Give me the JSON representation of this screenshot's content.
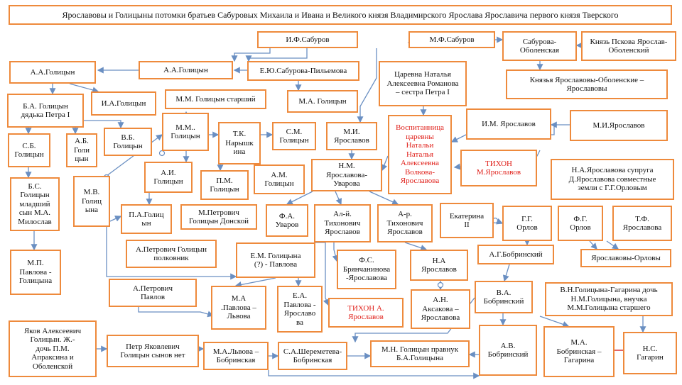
{
  "title": "Ярославовы  и Голицыны потомки братьев Сабуровых Михаила и Ивана и Великого князя Владимирского Ярослава  Ярославича  первого князя Тверского",
  "colors": {
    "border": "#ee8a3c",
    "line": "#6a8fc2",
    "text": "#111111",
    "accent_text": "#e0201a",
    "red_line": "#d83232"
  },
  "people": {
    "if_saburov": "И.Ф.Сабуров",
    "mf_saburov": "М.Ф.Сабуров",
    "saburova_obolenskaya": "Сабурова-\nОболенская",
    "knyaz_pskova": "Князь Пскова Ярослав-\nОболенский",
    "knyazya_yaroslavovy_obolenskie": "Князья Ярославовы-Оболенские – Ярославовы",
    "aa_golitsyn_1": "А.А.Голицын",
    "aa_golitsyn_2": "А.А.Голицын",
    "eyu_saburova": "Е.Ю.Сабурова-Пильемова",
    "tsarevna_natalya": "Царевна Наталья\nАлексеевна Романова\n– сестра Петра I",
    "ia_golitsyn": "И.А.Голицын",
    "mm_golitsyn_starshy": "М.М. Голицын старший",
    "ma_golitsyn": "М.А. Голицын",
    "ba_golitsyn": "Б.А. Голицын\nдядька  Петра I",
    "mm_golitsyn": "М.М..\nГолицын",
    "tk_naryshkina": "Т.К.\nНарышк\nина",
    "sm_golitsyn": "С.М.\nГолицын",
    "mi_yaroslavov_1": "М.И.\nЯрославов",
    "vospitannitsa": "Воспитанница\nцаревны\nНатальи\nНаталья\nАлексеевна\nВолкова-\nЯрославова",
    "im_yaroslavov": "И.М. Ярославов",
    "mi_yaroslavov_2": "М.И.Ярославов",
    "sb_golitsyn": "С.Б.\nГолицын",
    "ab_golitsyn": "А.Б.\nГоли\nцын",
    "vb_golitsyn": "В.Б.\nГолицын",
    "ai_golitsyn": "А.И.\nГолицын",
    "pm_golitsyn": "П.М.\nГолицын",
    "am_golitsyn": "А.М.\nГолицын",
    "nm_yaroslavova_uvarova": "Н.М.\nЯрославова-\nУварова",
    "tikhon_m": "ТИХОН\nМ.Ярославов",
    "na_yaroslavova_suprugа": "Н.А.Ярославова супруга\nД.Ярославова совместные\nземли  с Г.Г.Орловым",
    "bs_golitsyn": "Б.С.\nГолицын\nмладший\nсын М.А.\nМилослав",
    "mv_golitsyna": "М.В.\nГолиц\nына",
    "pa_golitsyn": "П.А.Голиц\nын",
    "m_petrovich": "М.Петрович\nГолицын Донской",
    "fa_uvarov": "Ф.А.\nУваров",
    "al_tikhonovich": "Ал-й.\nТихонович\nЯрославов",
    "ar_tikhonovich": "А-р.\nТихонович\nЯрославов",
    "ekaterina": "Екатерина\nII",
    "gg_orlov": "Г.Г.\nОрлов",
    "fg_orlov": "Ф.Г.\nОрлов",
    "tf_yaroslavova": "Т.Ф.\nЯрославова",
    "a_petrovich_polkovnik": "А.Петрович  Голицын\nполковник",
    "em_golitsyna": "Е.М.  Голицына\n(?) - Павлова",
    "ag_bobrinsky": "А.Г.Бобринский",
    "yaroslavovy_orlovy": "Ярославовы-Орловы",
    "mp_pavlova": "М.П.\nПавлова -\nГолицына",
    "fs_bryanchaninova": "Ф.С.\nБрянчанинова\n-Ярославова",
    "na_yaroslavov": "Н.А\nЯрославов",
    "a_petrovich_pavlov": "А.Петрович\nПавлов",
    "ma_pavlova_lvova": "М.А\n.Павлова –\nЛьвова",
    "ea_pavlova": "Е.А.\nПавлова -\nЯрославо\nва",
    "tikhon_a": "ТИХОН А.\nЯрославов",
    "an_aksakova": "А.Н.\nАксакова –\nЯрославова",
    "va_bobrinsky": "В.А.\nБобринский",
    "vn_golitsyna": "В.Н.Голицына-Гагарина дочь\nН.М.Голицына, внучка\nМ.М.Голицына  старшего",
    "yakov_golitsyn": "Яков Алексеевич\nГолицын. Ж.-\nдочь П.М.\nАпраксина и\nОболенской",
    "petr_yakovlevich": "Петр Яковлевич\nГолицын сынов  нет",
    "ma_lvova_bobrinskaya": "М.А.Львова –\nБобринская",
    "sa_sheremeteva": "С.А.Шереметева-\nБобринская",
    "mn_golitsyn_pravnuk": "М.Н. Голицын правнук\nБ.А.Голицына",
    "av_bobrinsky": "А.В.\nБобринский",
    "ma_bobrinskaya_gagarina": "М.А.\nБобринская –\nГагарина",
    "ns_gagarin": "Н.С.\nГагарин"
  }
}
